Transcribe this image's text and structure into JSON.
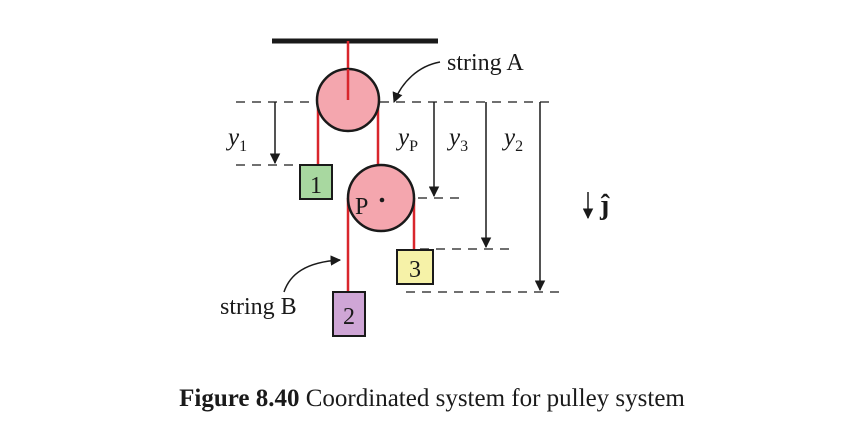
{
  "labels": {
    "string_a": "string A",
    "string_b": "string B",
    "y1": "y",
    "y1_sub": "1",
    "yp": "y",
    "yp_sub": "P",
    "y3": "y",
    "y3_sub": "3",
    "y2": "y",
    "y2_sub": "2",
    "unit_vector": "ĵ",
    "pulley_p": "P",
    "block_1": "1",
    "block_2": "2",
    "block_3": "3"
  },
  "caption": {
    "number": "Figure 8.40",
    "text": "Coordinated system for pulley system"
  },
  "colors": {
    "pulley_fill": "#f4a6ae",
    "string": "#d9262c",
    "block_1": "#a8d8a0",
    "block_2": "#cfa6d6",
    "block_3": "#f6f2a8",
    "ink": "#1a1a1a"
  }
}
